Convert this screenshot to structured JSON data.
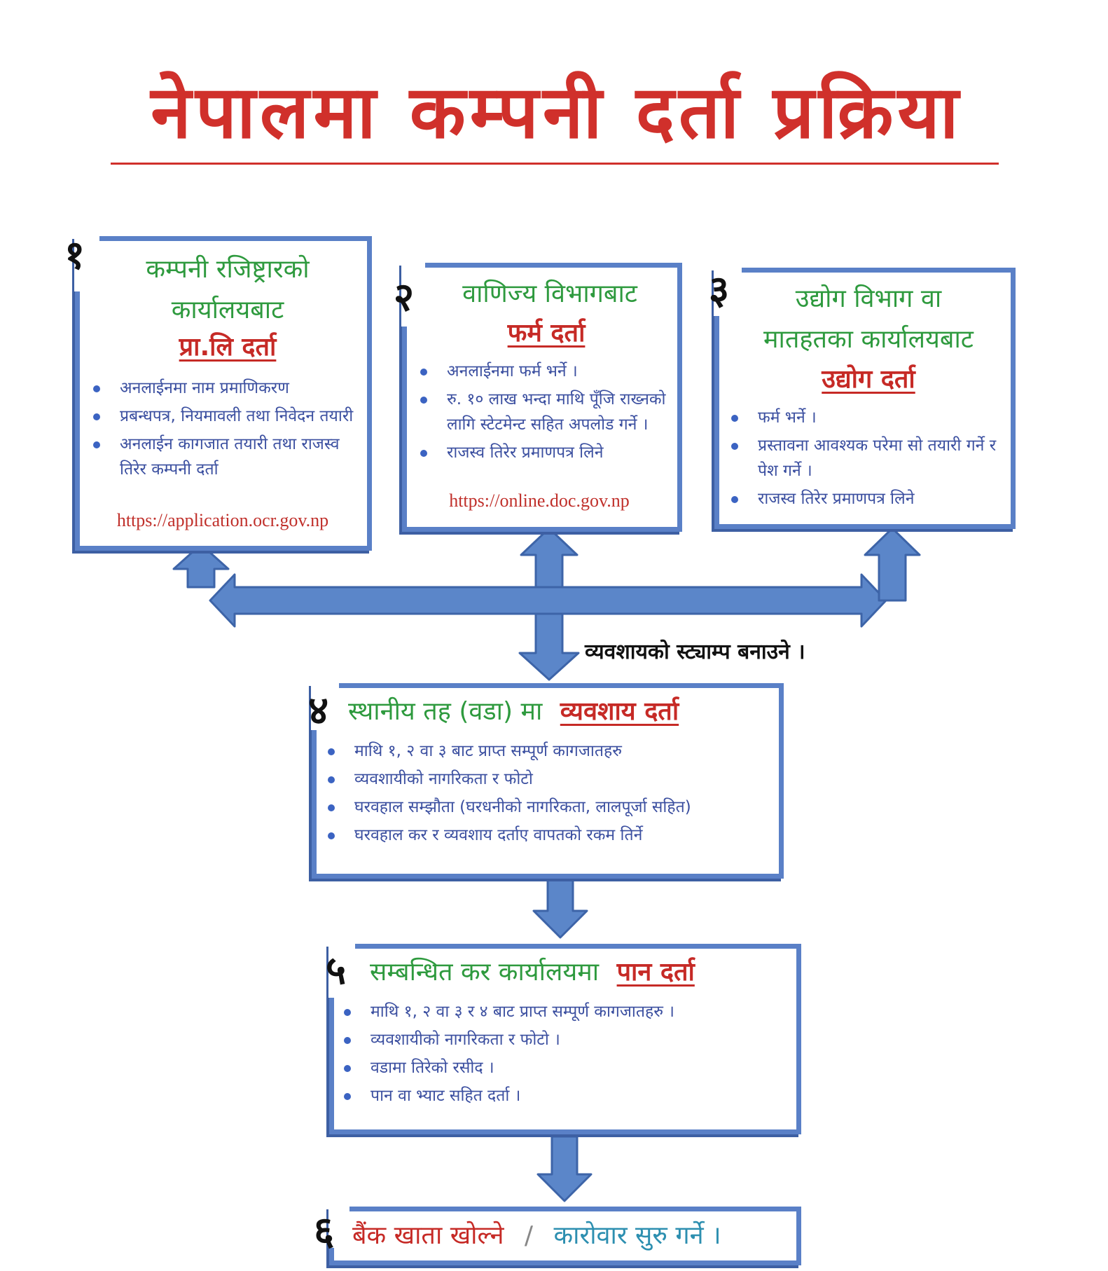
{
  "title": "नेपालमा कम्पनी दर्ता प्रक्रिया",
  "steps": [
    {
      "number": "१",
      "heading_lines": [
        "कम्पनी रजिष्ट्रारको",
        "कार्यालयबाट"
      ],
      "registration": "प्रा.लि दर्ता",
      "items": [
        "अनलाईनमा नाम प्रमाणिकरण",
        "प्रबन्धपत्र, नियमावली तथा निवेदन तयारी",
        "अनलाईन कागजात तयारी तथा राजस्व तिरेर कम्पनी दर्ता"
      ],
      "url": "https://application.ocr.gov.np"
    },
    {
      "number": "२",
      "heading_lines": [
        "वाणिज्य विभागबाट"
      ],
      "registration": "फर्म दर्ता",
      "items": [
        "अनलाईनमा फर्म भर्ने ।",
        "रु. १० लाख भन्दा माथि पूँजि राख्नको लागि स्टेटमेन्ट सहित अपलोड गर्ने ।",
        "राजस्व तिरेर प्रमाणपत्र लिने"
      ],
      "url": "https://online.doc.gov.np"
    },
    {
      "number": "३",
      "heading_lines": [
        "उद्योग विभाग वा",
        "मातहतका कार्यालयबाट"
      ],
      "registration": "उद्योग दर्ता",
      "items": [
        "फर्म भर्ने ।",
        "प्रस्तावना आवश्यक परेमा सो तयारी गर्ने र पेश गर्ने ।",
        "राजस्व तिरेर प्रमाणपत्र लिने"
      ]
    },
    {
      "number": "४",
      "heading": "स्थानीय तह (वडा) मा",
      "registration": "व्यवशाय दर्ता",
      "items": [
        "माथि १, २ वा ३ बाट प्राप्त सम्पूर्ण कागजातहरु",
        "व्यवशायीको नागरिकता र फोटो",
        "घरवहाल सम्झौता (घरधनीको नागरिकता, लालपूर्जा सहित)",
        "घरवहाल कर र व्यवशाय दर्ताए वापतको रकम तिर्ने"
      ]
    },
    {
      "number": "५",
      "heading": "सम्बन्धित कर कार्यालयमा",
      "registration": "पान दर्ता",
      "items": [
        "माथि १, २ वा ३ र ४ बाट प्राप्त सम्पूर्ण कागजातहरु ।",
        "व्यवशायीको नागरिकता र फोटो ।",
        "वडामा तिरेको रसीद ।",
        "पान वा भ्याट सहित दर्ता ।"
      ]
    },
    {
      "number": "६",
      "part1": "बैंक खाता खोल्ने",
      "separator": "/",
      "part2": "कारोवार सुरु गर्ने ।"
    }
  ],
  "stamp_note": "व्यवशायको स्ट्याम्प बनाउने ।",
  "colors": {
    "title_red": "#d0302b",
    "box_border": "#5a80c7",
    "arrow_fill": "#5b86c9",
    "heading_green": "#2e9a3e",
    "bullet_text": "#3b4fa0",
    "step6_teal": "#2d8fb0"
  }
}
